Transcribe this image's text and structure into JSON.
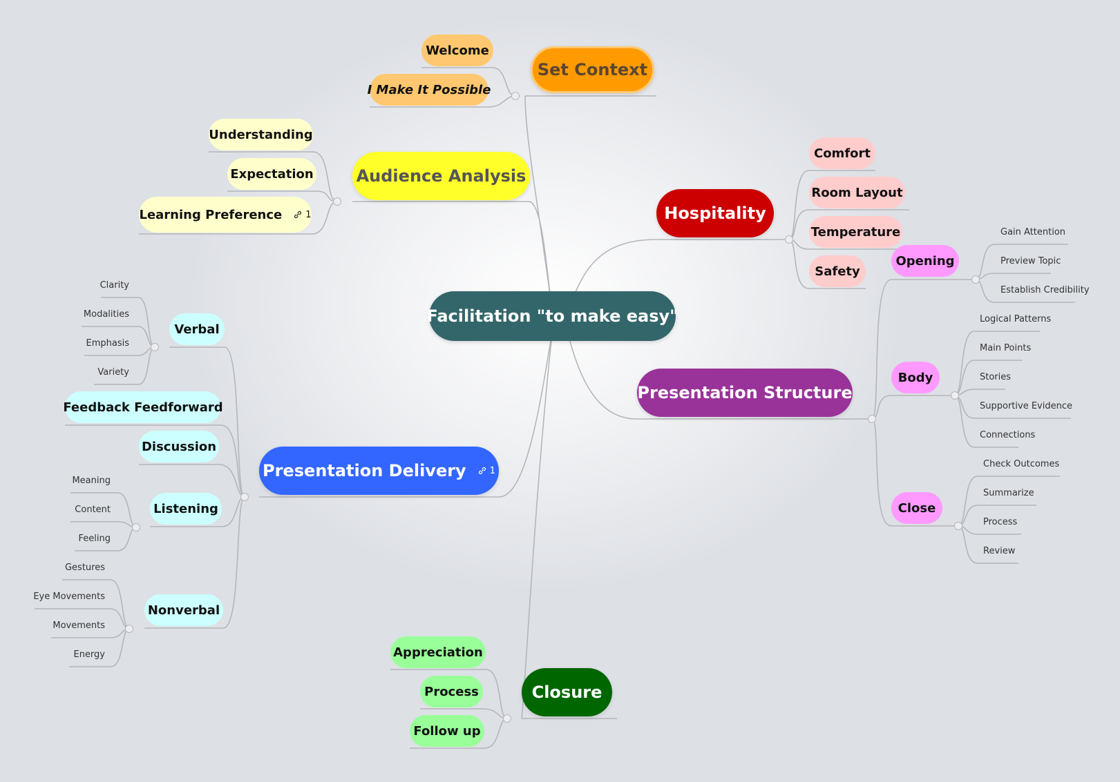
{
  "root": "Facilitation \"to make easy\"",
  "colors": {
    "root": "#33666a",
    "set_context": "#ff9a00",
    "set_context_sub": "#ffc870",
    "audience": "#ffff2a",
    "audience_sub": "#ffffcc",
    "hospitality": "#cc0000",
    "hospitality_sub": "#ffcccc",
    "structure": "#993399",
    "structure_sub": "#ff99ff",
    "delivery": "#3366ff",
    "delivery_sub": "#ccffff",
    "closure": "#006600",
    "closure_sub": "#99ff99",
    "connector": "#b4b6ba"
  },
  "set_context": {
    "label": "Set Context",
    "children": [
      "Welcome",
      "I Make It Possible"
    ]
  },
  "audience": {
    "label": "Audience Analysis",
    "children": [
      "Understanding",
      "Expectation",
      "Learning Preference"
    ],
    "learning_link_count": "1"
  },
  "hospitality": {
    "label": "Hospitality",
    "children": [
      "Comfort",
      "Room Layout",
      "Temperature",
      "Safety"
    ]
  },
  "structure": {
    "label": "Presentation Structure",
    "opening": {
      "label": "Opening",
      "children": [
        "Gain Attention",
        "Preview Topic",
        "Establish Credibility"
      ]
    },
    "body": {
      "label": "Body",
      "children": [
        "Logical Patterns",
        "Main Points",
        "Stories",
        "Supportive Evidence",
        "Connections"
      ]
    },
    "close": {
      "label": "Close",
      "children": [
        "Check Outcomes",
        "Summarize",
        "Process",
        "Review"
      ]
    }
  },
  "delivery": {
    "label": "Presentation Delivery",
    "link_count": "1",
    "verbal": {
      "label": "Verbal",
      "children": [
        "Clarity",
        "Modalities",
        "Emphasis",
        "Variety"
      ]
    },
    "feedback": "Feedback Feedforward",
    "discussion": "Discussion",
    "listening": {
      "label": "Listening",
      "children": [
        "Meaning",
        "Content",
        "Feeling"
      ]
    },
    "nonverbal": {
      "label": "Nonverbal",
      "children": [
        "Gestures",
        "Eye Movements",
        "Movements",
        "Energy"
      ]
    }
  },
  "closure": {
    "label": "Closure",
    "children": [
      "Appreciation",
      "Process",
      "Follow up"
    ]
  }
}
